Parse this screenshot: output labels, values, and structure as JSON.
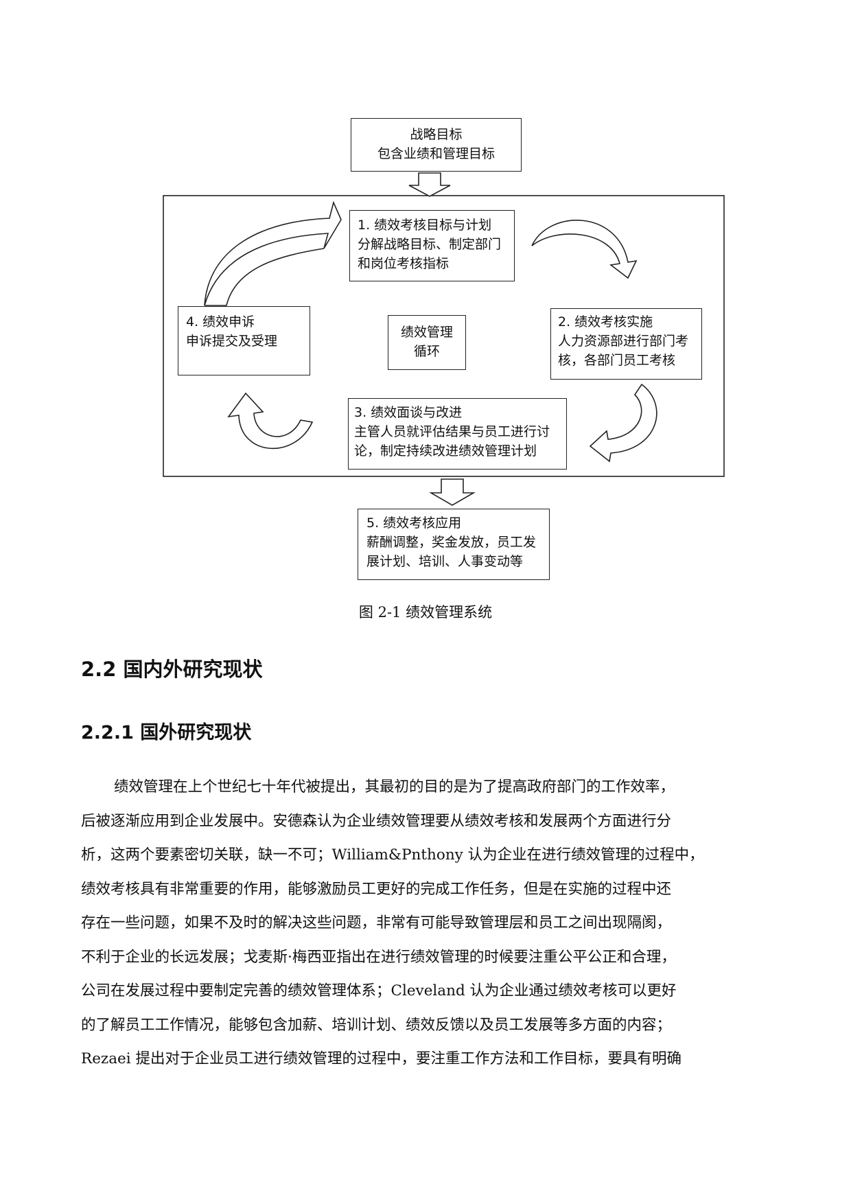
{
  "figure": {
    "top_box": [
      "战略目标",
      "包含业绩和管理目标"
    ],
    "step1": [
      "1.  绩效考核目标与计划",
      "分解战略目标、制定部门",
      "和岗位考核指标"
    ],
    "step2": [
      "2.  绩效考核实施",
      "人力资源部进行部门考",
      "核，各部门员工考核"
    ],
    "step3": [
      "3.  绩效面谈与改进",
      "主管人员就评估结果与员工进行讨",
      "论，制定持续改进绩效管理计划"
    ],
    "step4": [
      "4.  绩效申诉",
      "申诉提交及受理"
    ],
    "center": [
      "绩效管理",
      "循环"
    ],
    "step5": [
      "5.  绩效考核应用",
      "薪酬调整，奖金发放，员工发",
      "展计划、培训、人事变动等"
    ],
    "caption": "图 2-1 绩效管理系统"
  },
  "section": {
    "heading": "2.2 国内外研究现状",
    "subheading": "2.2.1 国外研究现状",
    "paragraph_lines": [
      "绩效管理在上个世纪七十年代被提出，其最初的目的是为了提高政府部门的工作效率，",
      "后被逐渐应用到企业发展中。安德森认为企业绩效管理要从绩效考核和发展两个方面进行分",
      "析，这两个要素密切关联，缺一不可；William&Pnthony 认为企业在进行绩效管理的过程中，",
      "绩效考核具有非常重要的作用，能够激励员工更好的完成工作任务，但是在实施的过程中还",
      "存在一些问题，如果不及时的解决这些问题，非常有可能导致管理层和员工之间出现隔阂，",
      "不利于企业的长远发展；戈麦斯·梅西亚指出在进行绩效管理的时候要注重公平公正和合理，",
      "公司在发展过程中要制定完善的绩效管理体系；Cleveland 认为企业通过绩效考核可以更好",
      "的了解员工工作情况，能够包含加薪、培训计划、绩效反馈以及员工发展等多方面的内容；",
      "Rezaei 提出对于企业员工进行绩效管理的过程中，要注重工作方法和工作目标，要具有明确"
    ]
  }
}
